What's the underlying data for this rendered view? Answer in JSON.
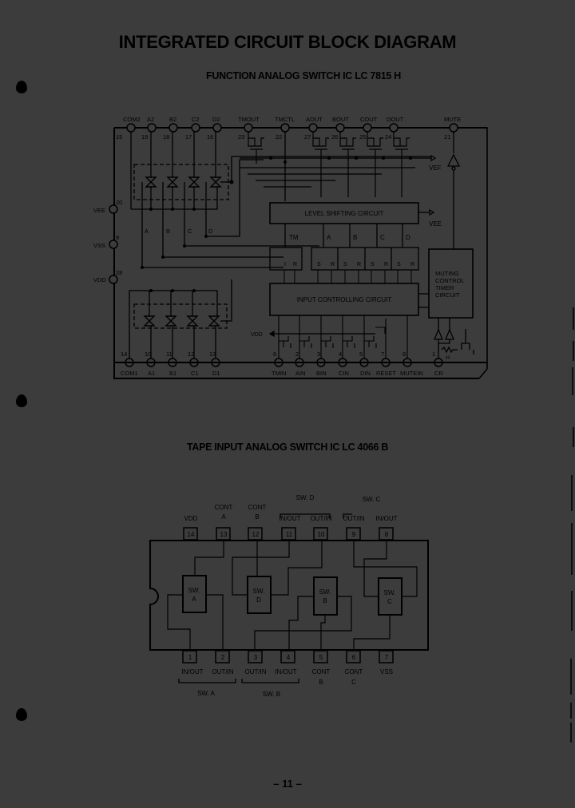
{
  "page": {
    "title": "INTEGRATED CIRCUIT BLOCK DIAGRAM",
    "page_number": "– 11 –"
  },
  "colors": {
    "background": "#3c3c3c",
    "ink": "#000000"
  },
  "diagram1": {
    "title": "FUNCTION ANALOG SWITCH IC LC 7815 H",
    "top_pins": [
      {
        "label": "COM2",
        "num": "15"
      },
      {
        "label": "A2",
        "num": "19"
      },
      {
        "label": "B2",
        "num": "18"
      },
      {
        "label": "C2",
        "num": "17"
      },
      {
        "label": "D2",
        "num": "16"
      },
      {
        "label": "TMOUT",
        "num": "23"
      },
      {
        "label": "TMCTL",
        "num": "22"
      },
      {
        "label": "AOUT",
        "num": "27"
      },
      {
        "label": "BOUT",
        "num": "26"
      },
      {
        "label": "COUT",
        "num": "25"
      },
      {
        "label": "DOUT",
        "num": "24"
      },
      {
        "label": "MUTE",
        "num": "21"
      }
    ],
    "left_pins": [
      {
        "label": "VEE",
        "num": "20"
      },
      {
        "label": "VSS",
        "num": "9"
      },
      {
        "label": "VDD",
        "num": "28"
      }
    ],
    "bottom_pins": [
      {
        "label": "COM1",
        "num": "14"
      },
      {
        "label": "A1",
        "num": "10"
      },
      {
        "label": "B1",
        "num": "11"
      },
      {
        "label": "C1",
        "num": "12"
      },
      {
        "label": "D1",
        "num": "13"
      },
      {
        "label": "TMIN",
        "num": "6"
      },
      {
        "label": "AIN",
        "num": "2"
      },
      {
        "label": "BIN",
        "num": "3"
      },
      {
        "label": "CIN",
        "num": "4"
      },
      {
        "label": "DIN",
        "num": "5"
      },
      {
        "label": "RESET",
        "num": "7"
      },
      {
        "label": "MUTEIN",
        "num": "8"
      },
      {
        "label": "CR",
        "num": "1"
      }
    ],
    "blocks": {
      "level_shift": "LEVEL SHIFTING CIRCUIT",
      "input_ctrl": "INPUT CONTROLLING CIRCUIT",
      "muting": [
        "MUTING",
        "CONTROL",
        "TIMER",
        "CIRCUIT"
      ]
    },
    "signal_labels": {
      "switch_lines": [
        "A",
        "B",
        "C",
        "D"
      ],
      "ls_outputs": [
        "TM",
        "A",
        "B",
        "C",
        "D"
      ],
      "latch_tm": [
        "I",
        "R"
      ],
      "latch_sr": [
        "S",
        "R"
      ],
      "vef": "VEF",
      "vee": "VEE",
      "vdd": "VDD",
      "resistor": "H"
    }
  },
  "diagram2": {
    "title": "TAPE INPUT ANALOG SWITCH IC LC 4066 B",
    "top_pins": [
      {
        "num": "14",
        "label": [
          "VDD"
        ]
      },
      {
        "num": "13",
        "label": [
          "CONT",
          "A"
        ]
      },
      {
        "num": "12",
        "label": [
          "CONT",
          "B"
        ]
      },
      {
        "num": "11",
        "label": [
          "IN/OUT"
        ]
      },
      {
        "num": "10",
        "label": [
          "OUT/IN"
        ]
      },
      {
        "num": "9",
        "label": [
          "OUT/IN"
        ]
      },
      {
        "num": "8",
        "label": [
          "IN/OUT"
        ]
      }
    ],
    "top_groups": [
      "SW. D",
      "SW. C"
    ],
    "bottom_pins": [
      {
        "num": "1",
        "label": [
          "IN/OUT"
        ]
      },
      {
        "num": "2",
        "label": [
          "OUT/IN"
        ]
      },
      {
        "num": "3",
        "label": [
          "OUT/IN"
        ]
      },
      {
        "num": "4",
        "label": [
          "IN/OUT"
        ]
      },
      {
        "num": "5",
        "label": [
          "CONT",
          "B"
        ]
      },
      {
        "num": "6",
        "label": [
          "CONT",
          "C"
        ]
      },
      {
        "num": "7",
        "label": [
          "VSS"
        ]
      }
    ],
    "bottom_groups": [
      "SW. A",
      "SW. B"
    ],
    "switches": [
      {
        "l1": "SW.",
        "l2": "A"
      },
      {
        "l1": "SW.",
        "l2": "D"
      },
      {
        "l1": "SW.",
        "l2": "B"
      },
      {
        "l1": "SW.",
        "l2": "C"
      }
    ]
  }
}
